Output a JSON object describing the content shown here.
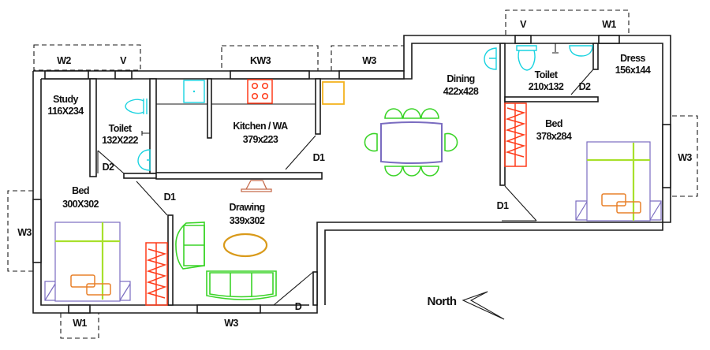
{
  "plan": {
    "rooms": {
      "study": {
        "name": "Study",
        "size": "116X234"
      },
      "toilet_left": {
        "name": "Toilet",
        "size": "132X222"
      },
      "kitchen": {
        "name": "Kitchen / WA",
        "size": "379x223"
      },
      "dining": {
        "name": "Dining",
        "size": "422x428"
      },
      "toilet_right": {
        "name": "Toilet",
        "size": "210x132"
      },
      "dress": {
        "name": "Dress",
        "size": "156x144"
      },
      "bed_right": {
        "name": "Bed",
        "size": "378x284"
      },
      "bed_left": {
        "name": "Bed",
        "size": "300X302"
      },
      "drawing": {
        "name": "Drawing",
        "size": "339x302"
      }
    },
    "openings": {
      "w2_top": "W2",
      "v_top_left": "V",
      "kw3_top": "KW3",
      "w3_top": "W3",
      "v_top_right": "V",
      "w1_top_right": "W1",
      "w3_right": "W3",
      "w3_left": "W3",
      "w1_bottom": "W1",
      "w3_bottom": "W3",
      "d2_left": "D2",
      "d1_kitchen": "D1",
      "d1_bed_left": "D1",
      "d1_bed_right": "D1",
      "d2_right": "D2",
      "d_entry": "D"
    },
    "compass": {
      "label": "North",
      "icon": "north-arrow-icon"
    }
  }
}
